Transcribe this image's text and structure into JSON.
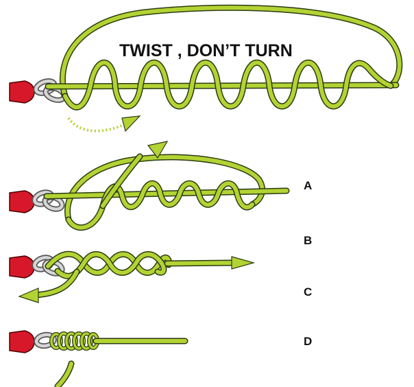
{
  "title": "TWIST , DON’T TURN",
  "steps": [
    "A",
    "B",
    "C",
    "D"
  ],
  "colors": {
    "line": "#b3d334",
    "line_outline": "#2a3a10",
    "lure": "#d7182a",
    "ring": "#d6d6d6",
    "text": "#111111"
  }
}
